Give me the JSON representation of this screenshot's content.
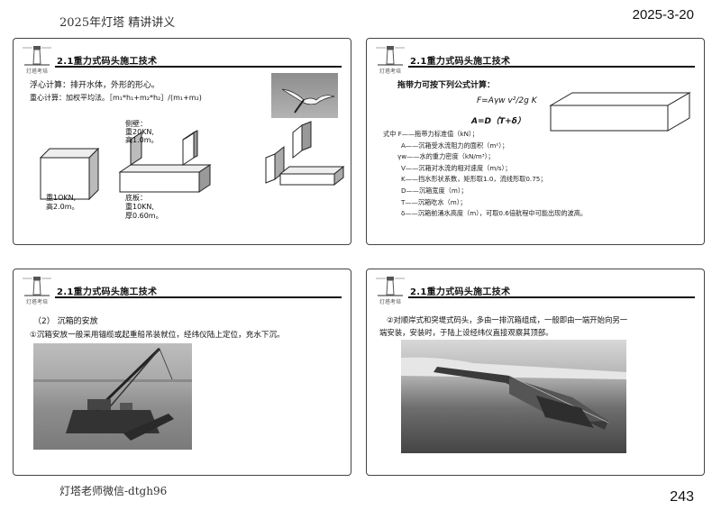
{
  "page": {
    "header_left": "2025年灯塔  精讲讲义",
    "date": "2025-3-20",
    "footer_left": "灯塔老师微信-dtgh96",
    "page_number": "243"
  },
  "logo_text": "灯塔考培",
  "slide1": {
    "title": "2.1重力式码头施工技术",
    "line1": "浮心计算：排开水体，外形的形心。",
    "line2": "重心计算：加权平均法。［m₁*h₁+m₂*h₂］/(m₁+m₂)",
    "cube_label_1": "重1OKN,",
    "cube_label_2": "高2.0m。",
    "wall_label_1": "侧壁：",
    "wall_label_2": "重20KN,",
    "wall_label_3": "高1.0m。",
    "base_label_1": "底板：",
    "base_label_2": "重10KN,",
    "base_label_3": "厚0.60m。"
  },
  "slide2": {
    "title": "2.1重力式码头施工技术",
    "intro": "拖带力可按下列公式计算：",
    "formula1": "F=Aγw v²/2g K",
    "formula2": "A=D（T+δ）",
    "defs": [
      "式中  F——拖带力标准值（kN）；",
      "A——沉箱受水流阻力的面积（m²）；",
      "γw——水的重力密度（kN/m³）；",
      "V——沉箱对水流的相对速度（m/s）；",
      "K——挡水形状系数，矩形取1.0，流线形取0.75；",
      "D——沉箱宽度（m）；",
      "T——沉箱吃水（m）；",
      "δ——沉箱前涌水高度（m），可取0.6倍航程中可能出现的波高。"
    ]
  },
  "slide3": {
    "title": "2.1重力式码头施工技术",
    "sub": "（2） 沉箱的安放",
    "body": "①沉箱安放一般采用锚缆或起重船吊装就位，经纬仪陆上定位，充水下沉。"
  },
  "slide4": {
    "title": "2.1重力式码头施工技术",
    "body_line1": "②对顺岸式和突堤式码头，多由一排沉箱组成，一般即由一端开始向另一",
    "body_line2": "端安装，安装时，于陆上设经纬仪直接观察其顶部。"
  },
  "colors": {
    "border": "#444444",
    "text": "#111111",
    "photo_dark": "#3a3a3a",
    "water": "#9a9a9a"
  }
}
